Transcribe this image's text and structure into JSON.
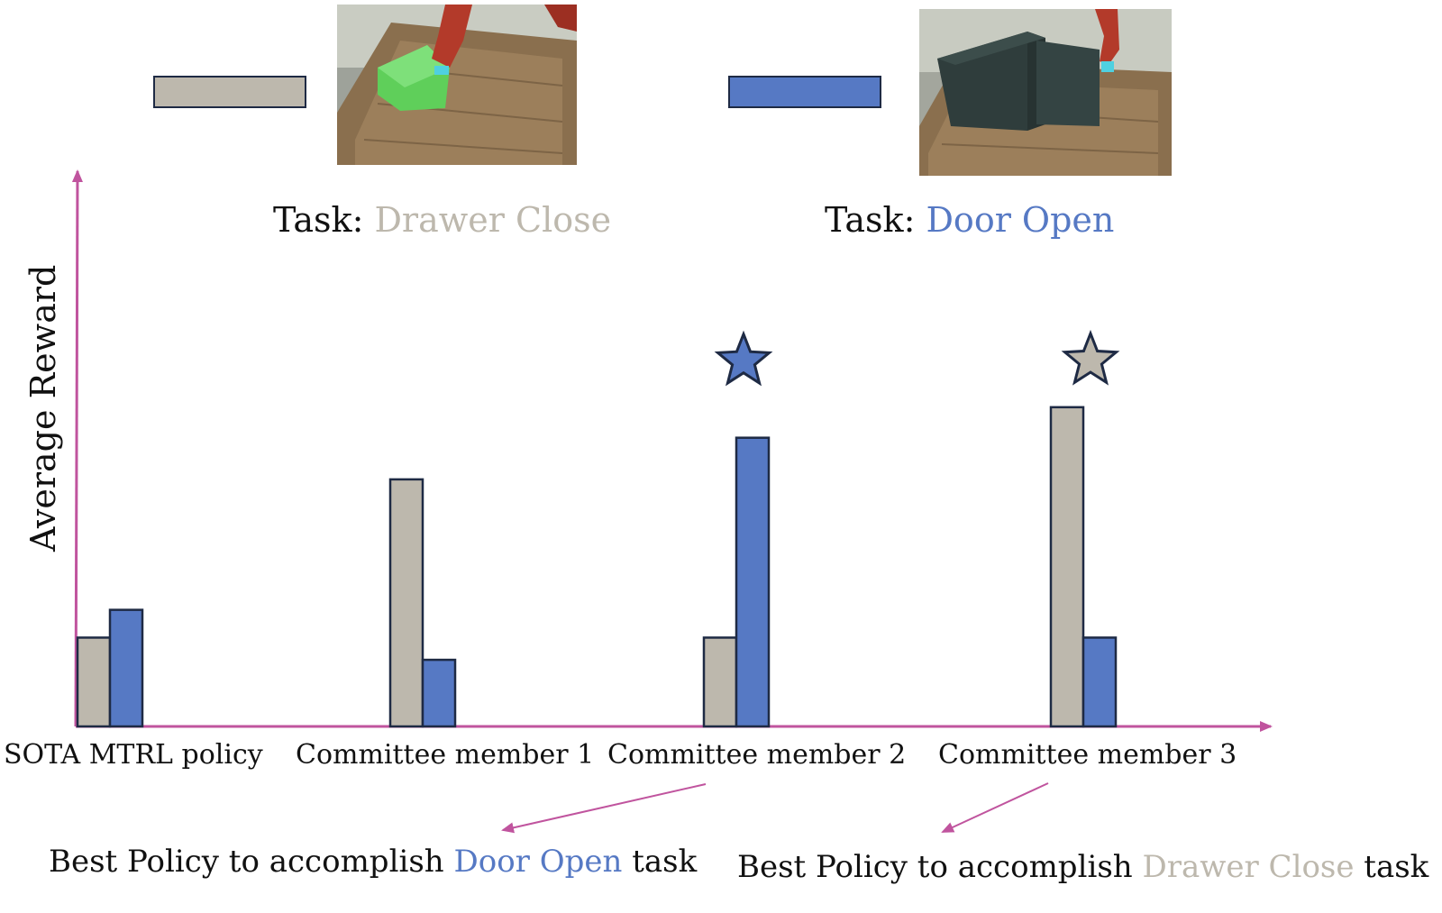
{
  "colors": {
    "drawer_close": "#bdb8ad",
    "door_open": "#5679c4",
    "axis": "#c0549e",
    "outline": "#1e2a44"
  },
  "legend": [
    {
      "task_prefix": "Task: ",
      "task_name": "Drawer Close",
      "color": "#bdb8ad",
      "thumbnail": "robot-arm-drawer-close-scene"
    },
    {
      "task_prefix": "Task: ",
      "task_name": "Door Open",
      "color": "#5679c4",
      "thumbnail": "robot-arm-door-open-scene"
    }
  ],
  "chart_data": {
    "type": "bar",
    "ylabel": "Average Reward",
    "xlabel": "",
    "ylim": [
      0,
      20
    ],
    "categories": [
      "SOTA MTRL policy",
      "Committee member 1",
      "Committee member 2",
      "Committee member 3"
    ],
    "series": [
      {
        "name": "Drawer Close",
        "values": [
          3.2,
          8.9,
          3.2,
          11.5
        ]
      },
      {
        "name": "Door Open",
        "values": [
          4.2,
          2.4,
          10.4,
          3.2
        ]
      }
    ],
    "highlight_stars": [
      {
        "category": "Committee member 2",
        "series": "Door Open",
        "icon": "star-icon"
      },
      {
        "category": "Committee member 3",
        "series": "Drawer Close",
        "icon": "star-icon"
      }
    ]
  },
  "annotations": [
    {
      "prefix": "Best Policy to accomplish ",
      "task": "Door Open",
      "suffix": " task",
      "points_to": "Committee member 2"
    },
    {
      "prefix": "Best Policy to accomplish ",
      "task": "Drawer Close",
      "suffix": " task",
      "points_to": "Committee member 3"
    }
  ]
}
